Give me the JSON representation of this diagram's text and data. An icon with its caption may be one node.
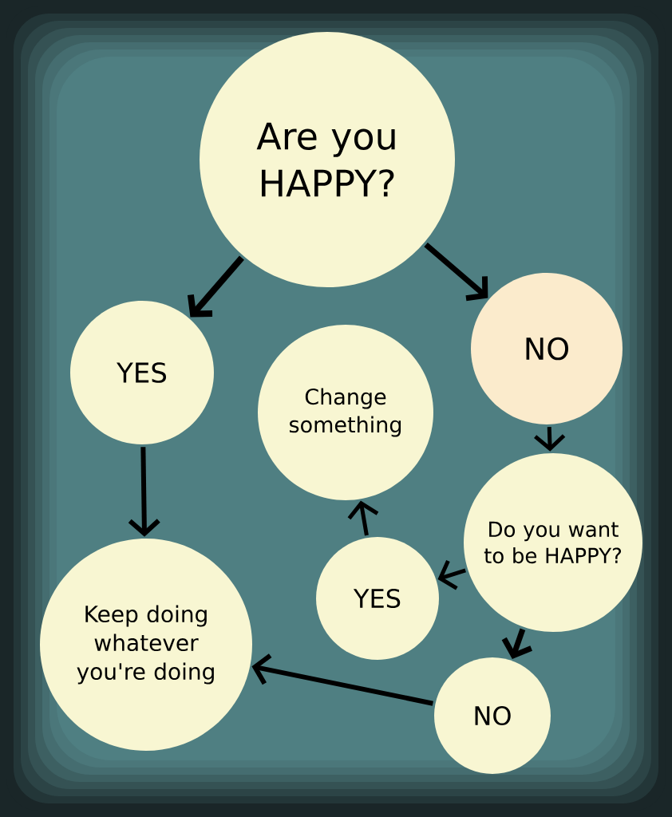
{
  "diagram": {
    "nodes": [
      {
        "text": [
          "Are you HAPPY?"
        ]
      },
      {
        "text": [
          "YES"
        ]
      },
      {
        "text": [
          "NO"
        ]
      },
      {
        "text": [
          "Change something"
        ]
      },
      {
        "text": [
          "Do you want to be HAPPY?"
        ]
      },
      {
        "text": [
          "YES"
        ]
      },
      {
        "text": [
          "Keep doing whatever you're doing"
        ]
      },
      {
        "text": [
          "NO"
        ]
      }
    ],
    "edges": [
      {
        "from": 0,
        "to": 1,
        "arrow": "to"
      },
      {
        "from": 0,
        "to": 2,
        "arrow": "to"
      },
      {
        "from": 1,
        "to": 6,
        "arrow": "to"
      },
      {
        "from": 2,
        "to": 4,
        "arrow": "to"
      },
      {
        "from": 4,
        "to": 5,
        "arrow": "to"
      },
      {
        "from": 5,
        "to": 3,
        "arrow": "to"
      },
      {
        "from": 4,
        "to": 7,
        "arrow": "to"
      },
      {
        "from": 7,
        "to": 6,
        "arrow": "to"
      }
    ]
  }
}
